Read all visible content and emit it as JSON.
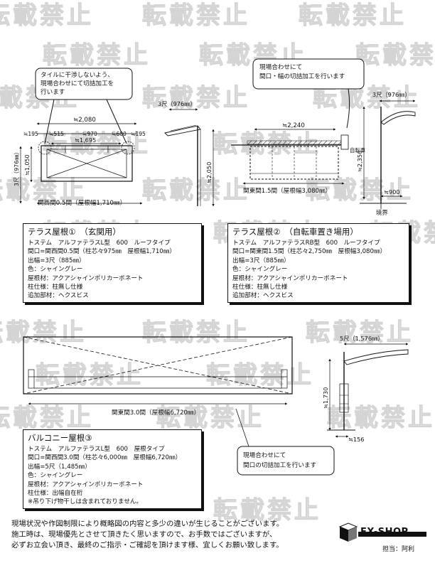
{
  "watermark": "転載禁止",
  "section1": {
    "note": [
      "タイルに干渉しないよう、",
      "現場合わせにて切詰加工を",
      "行います"
    ],
    "dims": {
      "total_width": "≒2,080",
      "left_end": "≒195",
      "inner_left": "≒515",
      "center": "≒970",
      "inner_right": "≒600",
      "right_end": "≒195",
      "post_span": "≒1,695",
      "side_height": "≒1,050",
      "projection_vertical": "3尺（976㎜）",
      "projection_top": "3尺（976㎜）",
      "height": "≒2,050"
    },
    "bottom_label": "関西間0.5間（屋根幅1,710㎜）"
  },
  "section2": {
    "note": [
      "現場合わせにて",
      "間口・幅の切詰加工を行います"
    ],
    "dims": {
      "width": "≒2,240",
      "projection": "3尺（976㎜）",
      "height": "≒2,350",
      "base": "≒900"
    },
    "wall_label": "自転車",
    "boundary_label": "境界",
    "bottom_label": "関東間1.5間（屋根幅3,080㎜）"
  },
  "box1": {
    "title": "テラス屋根①　（玄関用）",
    "lines": [
      "トステム　アルファテラスL型　600　ルーフタイプ",
      "間口=関西間0.5間（柱芯々975㎜　屋根幅1,710㎜）",
      "出幅=3尺（885㎜）",
      "色：シャイングレー",
      "屋根材：アクアシャインポリカーボネート",
      "柱仕様：柱無し仕様",
      "追加部材：ヘクスビス"
    ]
  },
  "box2": {
    "title": "テラス屋根②　（自転車置き場用）",
    "lines": [
      "トステム　アルファテラスRB型　600　ルーフタイプ",
      "間口=関東間1.5間（柱芯々2,750㎜　屋根幅3,080㎜）",
      "出幅=3尺（885㎜）",
      "色：シャイングレー",
      "屋根材：アクアシャインポリカーボネート",
      "柱仕様：柱無し仕様",
      "追加部材：ヘクスビス"
    ]
  },
  "section3": {
    "bottom_label": "関東間3.0間（屋根幅6,720㎜）",
    "dims": {
      "projection": "5尺（1,576㎜）",
      "height": "≒1,730",
      "base": "≒156"
    },
    "note": [
      "現場合わせにて",
      "間口の切詰加工を行います"
    ]
  },
  "box3": {
    "title": "バルコニー屋根③",
    "lines": [
      "トステム　アルファテラスL型　600　屋根タイプ",
      "間口=関西間3.0間（柱芯々6,000㎜　屋根幅6,720㎜）",
      "出幅=5尺（1,485㎜）",
      "色：シャイングレー",
      "屋根材：アクアシャインポリカーボネート",
      "柱仕様：出幅自在桁",
      "※吊り下げ物干しは含まれておりません。"
    ]
  },
  "footer": {
    "lines": [
      "現場状況や作図制限により概略図の内容と多少の違いが生じることがございます。",
      "施工時は、現場優先とさせて頂きたく思いますので、お手数ではございますが、",
      "必ずお立会い頂き、最終のご指示・ご確認を頂けます様、宜しくお願い致します。"
    ]
  },
  "logo": {
    "name": "EX-SHOP",
    "url": "http://www.ex-shop.net"
  },
  "staff": "担当：阿利"
}
